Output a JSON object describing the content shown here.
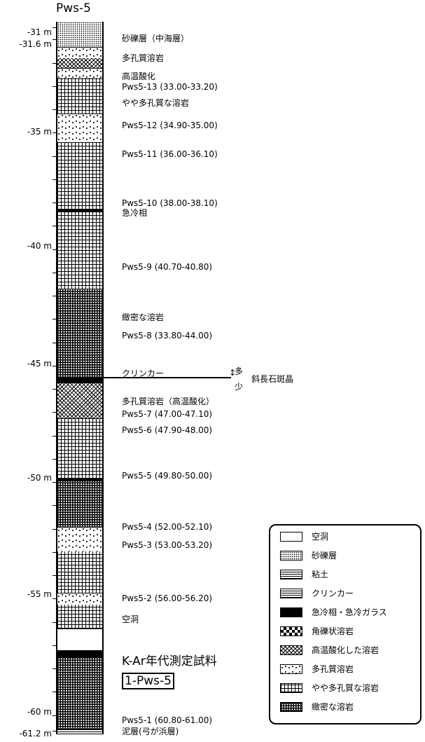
{
  "title": "Pws-5",
  "depth_labels": {
    "d31": "-31 m",
    "d31_6": "-31.6 m",
    "d35": "-35 m",
    "d40": "-40 m",
    "d45": "-45 m",
    "d50": "-50 m",
    "d55": "-55 m",
    "d60": "-60 m",
    "d61_2": "-61.2 m"
  },
  "annotations": {
    "a1": "砂礫層（中海層）",
    "a2": "多孔質溶岩",
    "a3": "高温酸化",
    "a4": "Pws5-13 (33.00-33.20)",
    "a5": "やや多孔質な溶岩",
    "a6": "Pws5-12 (34.90-35.00)",
    "a7": "Pws5-11 (36.00-36.10)",
    "a8": "Pws5-10 (38.00-38.10)",
    "a9": "急冷相",
    "a10": "Pws5-9 (40.70-40.80)",
    "a11": "緻密な溶岩",
    "a12": "Pws5-8 (33.80-44.00)",
    "a13": "クリンカー",
    "a14": "多孔質溶岩（高温酸化）",
    "a15": "Pws5-7 (47.00-47.10)",
    "a16": "Pws5-6 (47.90-48.00)",
    "a17": "Pws5-5 (49.80-50.00)",
    "a18": "Pws5-4 (52.00-52.10)",
    "a19": "Pws5-3 (53.00-53.20)",
    "a20": "Pws5-2 (56.00-56.20)",
    "a21": "空洞",
    "a22": "K-Ar年代測定試料",
    "a23": "1-Pws-5",
    "a24": "Pws5-1 (60.80-61.00)",
    "a25": "泥層(弓が浜層)"
  },
  "plagioclase": {
    "more": "多",
    "less": "少",
    "name": "斜長石斑晶",
    "arrow": "↕"
  },
  "legend": [
    {
      "label": "空洞",
      "pattern": "void"
    },
    {
      "label": "砂礫層",
      "pattern": "sand"
    },
    {
      "label": "粘土",
      "pattern": "clay"
    },
    {
      "label": "クリンカー",
      "pattern": "clinker"
    },
    {
      "label": "急冷相・急冷ガラス",
      "pattern": "glass"
    },
    {
      "label": "角礫状溶岩",
      "pattern": "breccia"
    },
    {
      "label": "高温酸化した溶岩",
      "pattern": "hot"
    },
    {
      "label": "多孔質溶岩",
      "pattern": "vesic"
    },
    {
      "label": "やや多孔質な溶岩",
      "pattern": "grid"
    },
    {
      "label": "緻密な溶岩",
      "pattern": "dense"
    }
  ]
}
